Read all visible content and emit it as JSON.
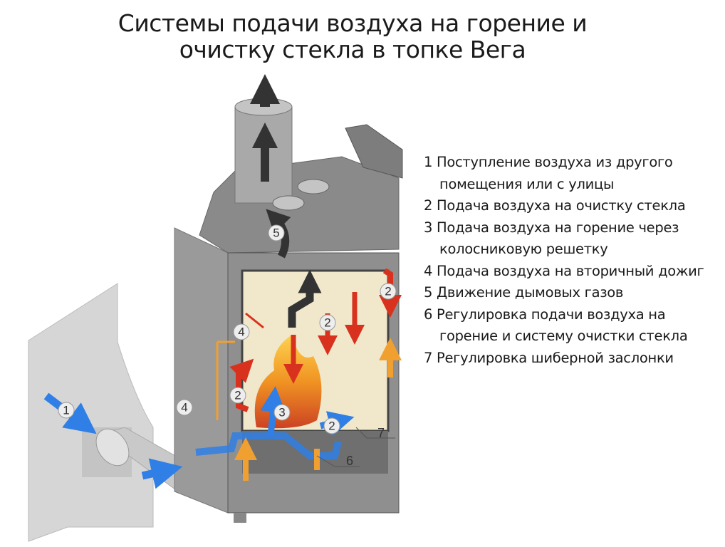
{
  "title": {
    "line1": "Системы подачи воздуха на горение и",
    "line2": "очистку стекла в топке Вега"
  },
  "legend": [
    {
      "num": "1",
      "text": "Поступление воздуха из другого помещения или с улицы"
    },
    {
      "num": "2",
      "text": "Подача воздуха на очистку стекла"
    },
    {
      "num": "3",
      "text": "Подача воздуха на горение через колосниковую решетку"
    },
    {
      "num": "4",
      "text": "Подача воздуха на вторичный дожиг"
    },
    {
      "num": "5",
      "text": "Движение дымовых газов"
    },
    {
      "num": "6",
      "text": "Регулировка подачи воздуха на горение и систему очистки стекла"
    },
    {
      "num": "7",
      "text": "Регулировка шиберной заслонки"
    }
  ],
  "markers": [
    "1",
    "5",
    "4",
    "2",
    "2",
    "2",
    "3",
    "4",
    "2"
  ],
  "callouts": [
    "7",
    "6"
  ],
  "colors": {
    "cold_air": "#2f7fe6",
    "warm_air": "#f0a030",
    "hot_air": "#d8321e",
    "smoke": "#333333",
    "body": "#8c8c8c"
  }
}
